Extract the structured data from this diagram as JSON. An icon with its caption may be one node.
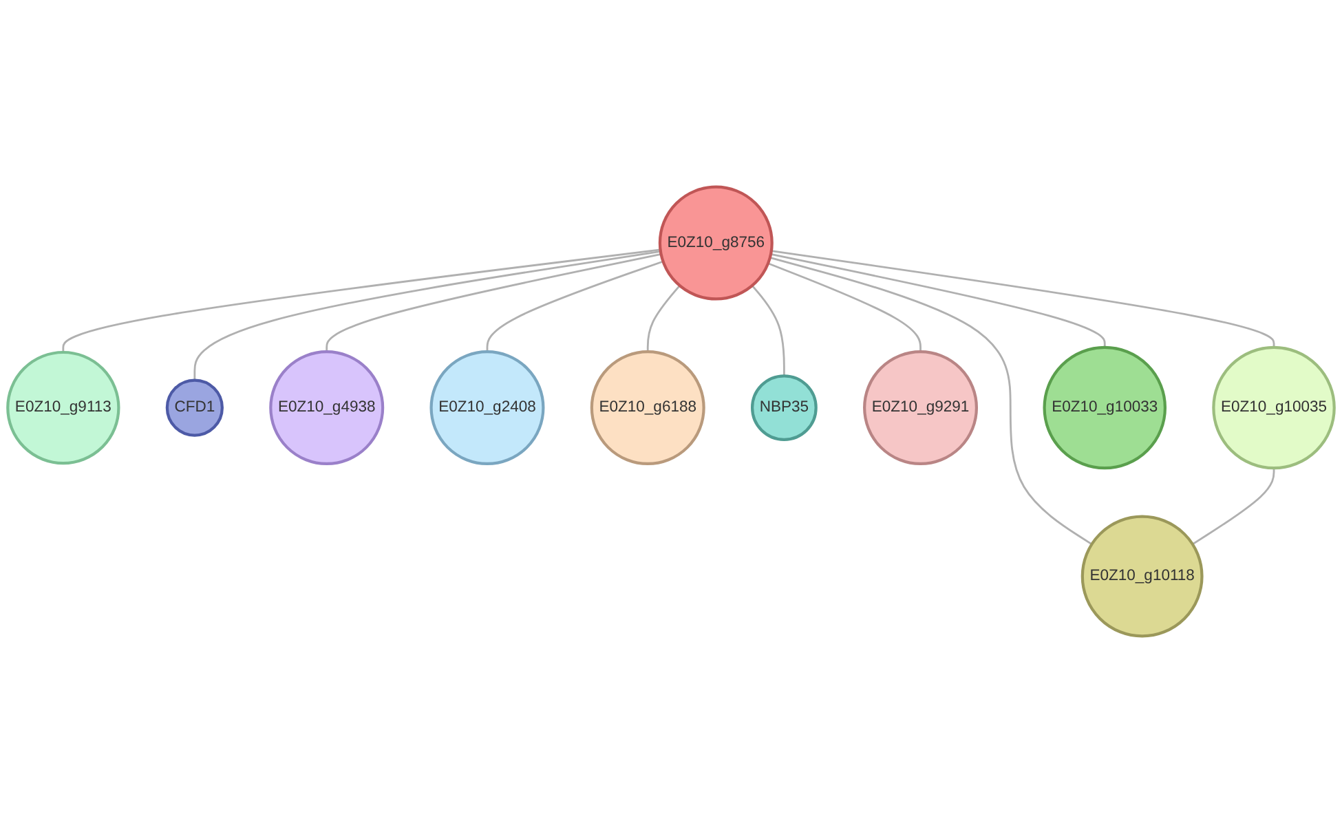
{
  "diagram": {
    "nodes": [
      {
        "text": [
          "E0Z10_g9113"
        ]
      },
      {
        "text": [
          "CFD1"
        ]
      },
      {
        "text": [
          "E0Z10_g4938"
        ]
      },
      {
        "text": [
          "E0Z10_g2408"
        ]
      },
      {
        "text": [
          "E0Z10_g6188"
        ]
      },
      {
        "text": [
          "E0Z10_g8756"
        ]
      },
      {
        "text": [
          "NBP35"
        ]
      },
      {
        "text": [
          "E0Z10_g9291"
        ]
      },
      {
        "text": [
          "E0Z10_g10035"
        ]
      },
      {
        "text": [
          "E0Z10_g10118"
        ]
      },
      {
        "text": [
          "E0Z10_g10033"
        ]
      }
    ],
    "edges": [
      {
        "from": 5,
        "to": 0,
        "arrow": "none"
      },
      {
        "from": 5,
        "to": 1,
        "arrow": "none"
      },
      {
        "from": 5,
        "to": 2,
        "arrow": "none"
      },
      {
        "from": 5,
        "to": 3,
        "arrow": "none"
      },
      {
        "from": 5,
        "to": 4,
        "arrow": "none"
      },
      {
        "from": 5,
        "to": 6,
        "arrow": "none"
      },
      {
        "from": 5,
        "to": 7,
        "arrow": "none"
      },
      {
        "from": 5,
        "to": 8,
        "arrow": "none"
      },
      {
        "from": 5,
        "to": 9,
        "arrow": "none"
      },
      {
        "from": 5,
        "to": 10,
        "arrow": "none"
      },
      {
        "from": 8,
        "to": 9,
        "arrow": "none"
      }
    ]
  }
}
